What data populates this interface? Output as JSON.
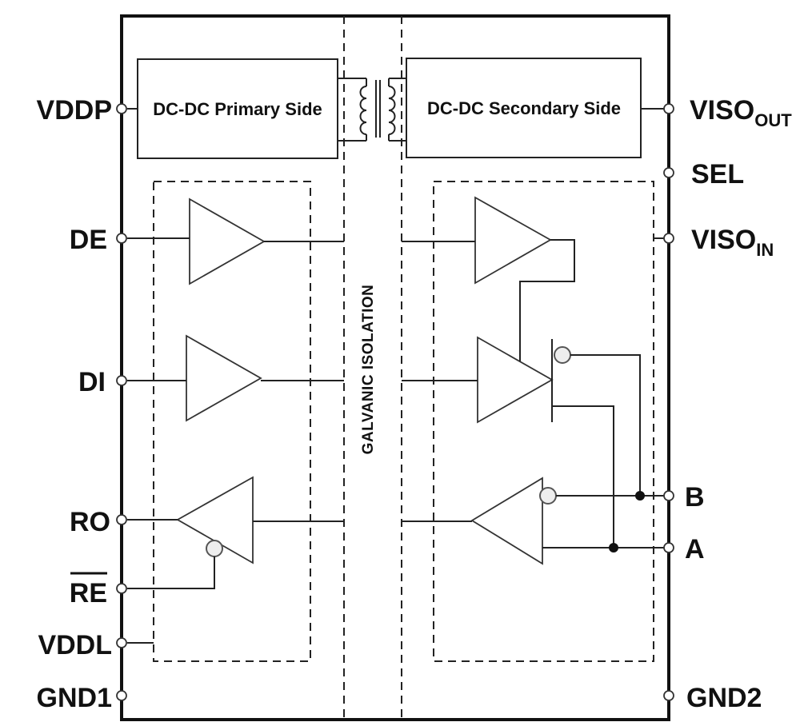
{
  "pins_left": {
    "vddp": "VDDP",
    "de": "DE",
    "di": "DI",
    "ro": "RO",
    "re": "RE",
    "vddl": "VDDL",
    "gnd1": "GND1"
  },
  "pins_right": {
    "viso_out_main": "VISO",
    "viso_out_sub": "OUT",
    "sel": "SEL",
    "viso_in_main": "VISO",
    "viso_in_sub": "IN",
    "b": "B",
    "a": "A",
    "gnd2": "GND2"
  },
  "blocks": {
    "primary": "DC-DC Primary Side",
    "secondary": "DC-DC Secondary Side"
  },
  "isolation_label": "GALVANIC ISOLATION"
}
